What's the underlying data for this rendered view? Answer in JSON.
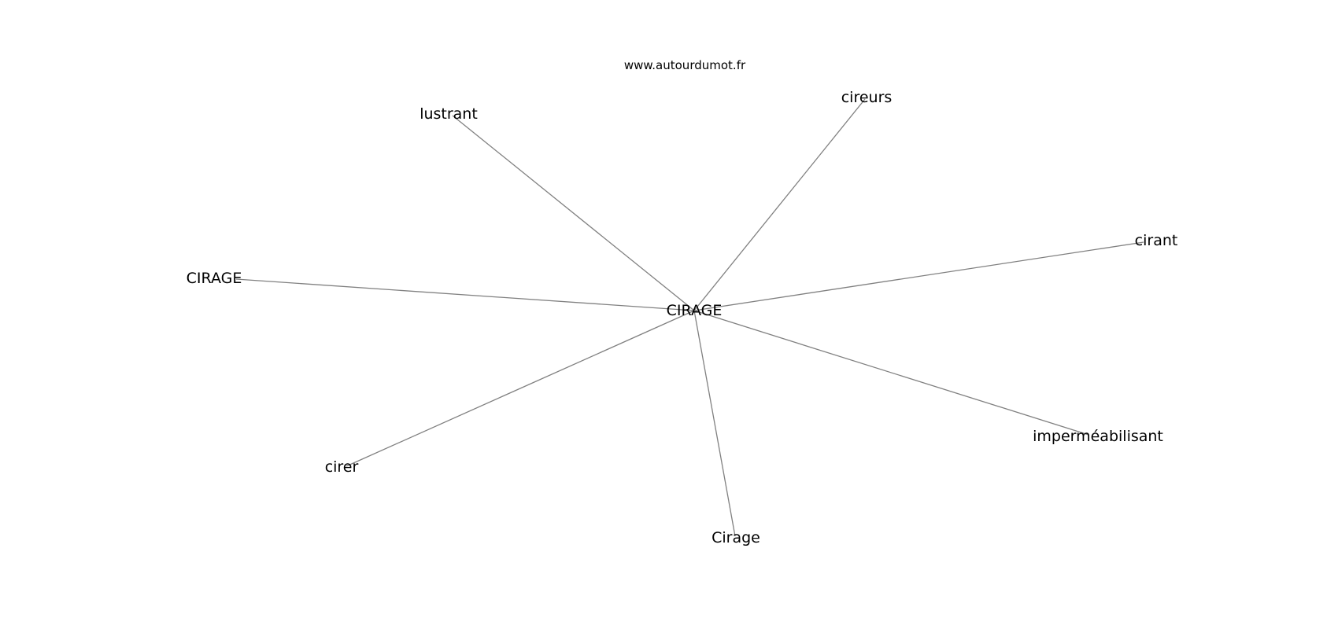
{
  "site": "www.autourdumot.fr",
  "colors": {
    "edge": "#808080",
    "text": "#000000",
    "background": "#ffffff"
  },
  "graph": {
    "center": "CIRAGE",
    "neighbors": [
      "lustrant",
      "cireurs",
      "cirant",
      "CIRAGE",
      "imperméabilisant",
      "cirer",
      "Cirage"
    ]
  }
}
